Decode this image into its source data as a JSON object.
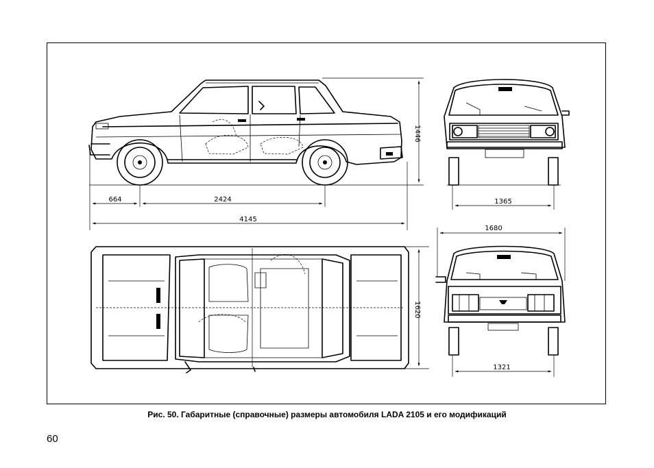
{
  "figure": {
    "caption": "Рис. 50. Габаритные (справочные) размеры автомобиля LADA 2105 и его модификаций",
    "dimensions": {
      "front_overhang": "664",
      "wheelbase": "2424",
      "overall_length": "4145",
      "overall_height": "1446",
      "front_track": "1365",
      "overall_width": "1680",
      "width_1620": "1620",
      "rear_track": "1321"
    }
  },
  "page": {
    "number": "60"
  }
}
